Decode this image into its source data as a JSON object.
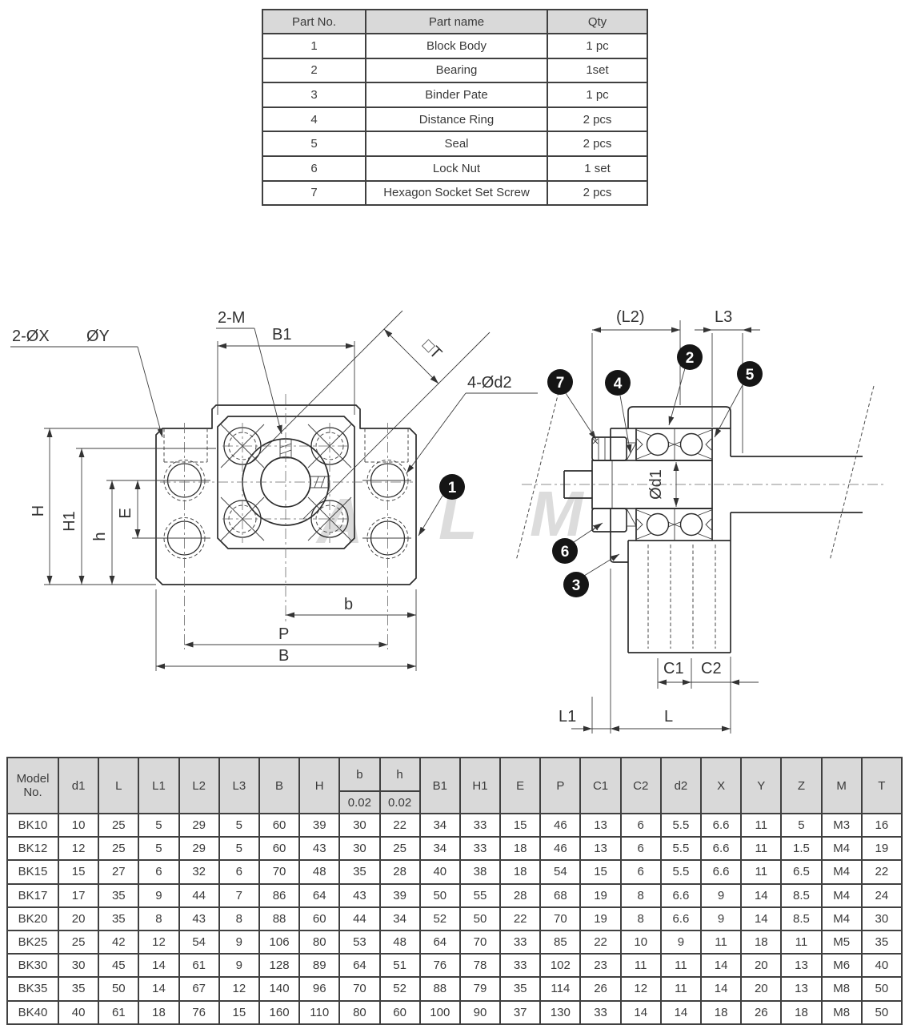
{
  "parts_table": {
    "headers": [
      "Part No.",
      "Part name",
      "Qty"
    ],
    "rows": [
      [
        "1",
        "Block Body",
        "1 pc"
      ],
      [
        "2",
        "Bearing",
        "1set"
      ],
      [
        "3",
        "Binder Pate",
        "1 pc"
      ],
      [
        "4",
        "Distance Ring",
        "2 pcs"
      ],
      [
        "5",
        "Seal",
        "2 pcs"
      ],
      [
        "6",
        "Lock Nut",
        "1 set"
      ],
      [
        "7",
        "Hexagon Socket Set Screw",
        "2 pcs"
      ]
    ]
  },
  "drawing": {
    "watermark": {
      "a": "A",
      "l": "L",
      "m": "M"
    },
    "front": {
      "label_2ox": "2-ØX",
      "label_oy": "ØY",
      "label_2m": "2-M",
      "label_b1": "B1",
      "label_t": "□T",
      "label_4od2": "4-Ød2",
      "dim_h": "H",
      "dim_h1": "H1",
      "dim_hs": "h",
      "dim_e": "E",
      "dim_b": "b",
      "dim_p": "P",
      "dim_bb": "B",
      "callout_1": "1"
    },
    "side": {
      "label_l2": "(L2)",
      "label_l3": "L3",
      "label_od1": "Ød1",
      "label_c1": "C1",
      "label_c2": "C2",
      "label_l1": "L1",
      "label_l": "L",
      "callout_2": "2",
      "callout_3": "3",
      "callout_4": "4",
      "callout_5": "5",
      "callout_6": "6",
      "callout_7": "7"
    }
  },
  "dim_table": {
    "headers": [
      "Model No.",
      "d1",
      "L",
      "L1",
      "L2",
      "L3",
      "B",
      "H",
      "b",
      "h",
      "B1",
      "H1",
      "E",
      "P",
      "C1",
      "C2",
      "d2",
      "X",
      "Y",
      "Z",
      "M",
      "T"
    ],
    "tol": "0.02",
    "rows": [
      [
        "BK10",
        "10",
        "25",
        "5",
        "29",
        "5",
        "60",
        "39",
        "30",
        "22",
        "34",
        "33",
        "15",
        "46",
        "13",
        "6",
        "5.5",
        "6.6",
        "11",
        "5",
        "M3",
        "16"
      ],
      [
        "BK12",
        "12",
        "25",
        "5",
        "29",
        "5",
        "60",
        "43",
        "30",
        "25",
        "34",
        "33",
        "18",
        "46",
        "13",
        "6",
        "5.5",
        "6.6",
        "11",
        "1.5",
        "M4",
        "19"
      ],
      [
        "BK15",
        "15",
        "27",
        "6",
        "32",
        "6",
        "70",
        "48",
        "35",
        "28",
        "40",
        "38",
        "18",
        "54",
        "15",
        "6",
        "5.5",
        "6.6",
        "11",
        "6.5",
        "M4",
        "22"
      ],
      [
        "BK17",
        "17",
        "35",
        "9",
        "44",
        "7",
        "86",
        "64",
        "43",
        "39",
        "50",
        "55",
        "28",
        "68",
        "19",
        "8",
        "6.6",
        "9",
        "14",
        "8.5",
        "M4",
        "24"
      ],
      [
        "BK20",
        "20",
        "35",
        "8",
        "43",
        "8",
        "88",
        "60",
        "44",
        "34",
        "52",
        "50",
        "22",
        "70",
        "19",
        "8",
        "6.6",
        "9",
        "14",
        "8.5",
        "M4",
        "30"
      ],
      [
        "BK25",
        "25",
        "42",
        "12",
        "54",
        "9",
        "106",
        "80",
        "53",
        "48",
        "64",
        "70",
        "33",
        "85",
        "22",
        "10",
        "9",
        "11",
        "18",
        "11",
        "M5",
        "35"
      ],
      [
        "BK30",
        "30",
        "45",
        "14",
        "61",
        "9",
        "128",
        "89",
        "64",
        "51",
        "76",
        "78",
        "33",
        "102",
        "23",
        "11",
        "11",
        "14",
        "20",
        "13",
        "M6",
        "40"
      ],
      [
        "BK35",
        "35",
        "50",
        "14",
        "67",
        "12",
        "140",
        "96",
        "70",
        "52",
        "88",
        "79",
        "35",
        "114",
        "26",
        "12",
        "11",
        "14",
        "20",
        "13",
        "M8",
        "50"
      ],
      [
        "BK40",
        "40",
        "61",
        "18",
        "76",
        "15",
        "160",
        "110",
        "80",
        "60",
        "100",
        "90",
        "37",
        "130",
        "33",
        "14",
        "14",
        "18",
        "26",
        "18",
        "M8",
        "50"
      ]
    ]
  },
  "colors": {
    "header_bg": "#d9d9d9",
    "border": "#404040",
    "line": "#2c2c2c",
    "callout_bg": "#151515",
    "watermark": "#dcdcdc"
  }
}
